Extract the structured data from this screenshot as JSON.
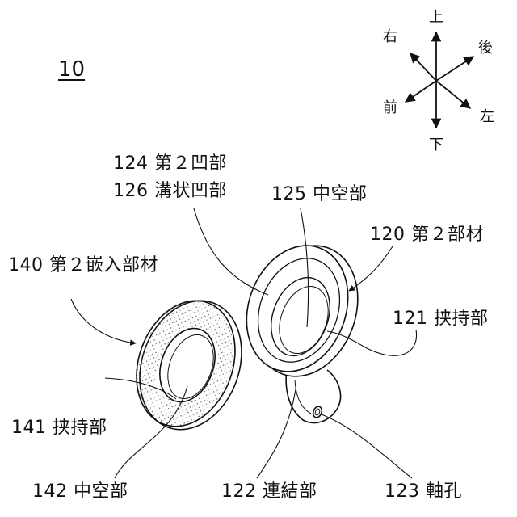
{
  "figure": {
    "number": "10"
  },
  "orientation": {
    "up": "上",
    "down": "下",
    "left": "左",
    "right": "右",
    "front": "前",
    "back": "後"
  },
  "labels": {
    "l124": "124 第２凹部",
    "l126": "126 溝状凹部",
    "l125": "125 中空部",
    "l120": "120 第２部材",
    "l140": "140 第２嵌入部材",
    "l121": "121 挟持部",
    "l141": "141 挟持部",
    "l142": "142 中空部",
    "l122": "122 連結部",
    "l123": "123 軸孔"
  },
  "colors": {
    "line": "#111111",
    "stipple": "#555555",
    "background": "#ffffff"
  }
}
